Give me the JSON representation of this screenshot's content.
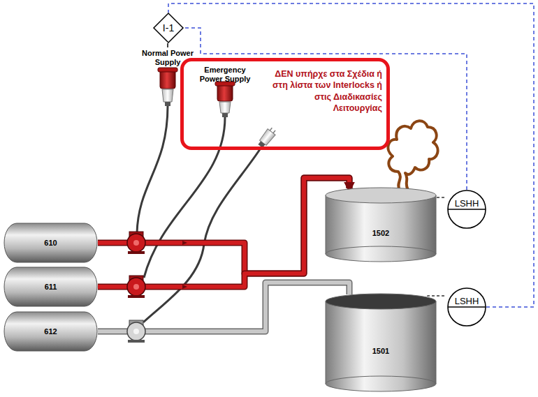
{
  "diagram": {
    "nodes": [
      {
        "text": [
          "I-1"
        ]
      },
      {
        "text": [
          "Emergency Power Supply",
          "ΔΕΝ υπήρχε στα Σχέδια ή στη λίστα των Interlocks ή στις Διαδικασίες Λειτουργίας"
        ]
      },
      {
        "text": [
          "1502"
        ]
      },
      {
        "text": [
          "LSHH"
        ]
      },
      {
        "text": [
          "610"
        ]
      },
      {
        "text": [
          "611"
        ]
      },
      {
        "text": [
          "1501"
        ]
      },
      {
        "text": [
          "LSHH"
        ]
      },
      {
        "text": [
          "612"
        ]
      }
    ],
    "edges": [
      {
        "from": 4,
        "to": 2,
        "arrow": "to"
      },
      {
        "from": 5,
        "to": 2,
        "arrow": "to"
      },
      {
        "from": 8,
        "to": 6,
        "arrow": "none"
      },
      {
        "from": 3,
        "to": 0,
        "arrow": "none"
      },
      {
        "from": 7,
        "to": 0,
        "arrow": "none"
      }
    ],
    "labels": [
      "Normal Power Supply"
    ]
  }
}
